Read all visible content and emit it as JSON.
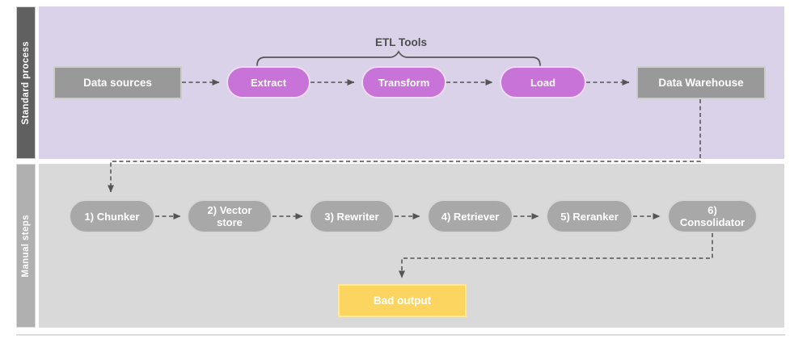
{
  "diagram": {
    "lanes": {
      "standard": {
        "label": "Standard process"
      },
      "manual": {
        "label": "Manual steps"
      }
    },
    "brace_label": "ETL Tools",
    "standard_nodes": [
      {
        "id": "data-sources",
        "label": "Data sources",
        "shape": "rect"
      },
      {
        "id": "extract",
        "label": "Extract",
        "shape": "pill"
      },
      {
        "id": "transform",
        "label": "Transform",
        "shape": "pill"
      },
      {
        "id": "load",
        "label": "Load",
        "shape": "pill"
      },
      {
        "id": "data-warehouse",
        "label": "Data Warehouse",
        "shape": "rect"
      }
    ],
    "manual_nodes": [
      {
        "id": "chunker",
        "label": "1) Chunker"
      },
      {
        "id": "vector-store",
        "label": "2) Vector store"
      },
      {
        "id": "rewriter",
        "label": "3) Rewriter"
      },
      {
        "id": "retriever",
        "label": "4) Retriever"
      },
      {
        "id": "reranker",
        "label": "5) Reranker"
      },
      {
        "id": "consolidator",
        "label": "6) Consolidator"
      }
    ],
    "output_node": {
      "id": "bad-output",
      "label": "Bad output"
    },
    "colors": {
      "standard_lane_bg": "#d9d2e9",
      "standard_label_bg": "#606060",
      "manual_lane_bg": "#d9d9d9",
      "manual_label_bg": "#b0b0b0",
      "etl_pill_fill": "#c873d7",
      "gray_box_fill": "#999999",
      "gray_pill_fill": "#a8a8a8",
      "bad_output_fill": "#fbd55f",
      "connector": "#666666",
      "node_text": "#ffffff"
    }
  }
}
